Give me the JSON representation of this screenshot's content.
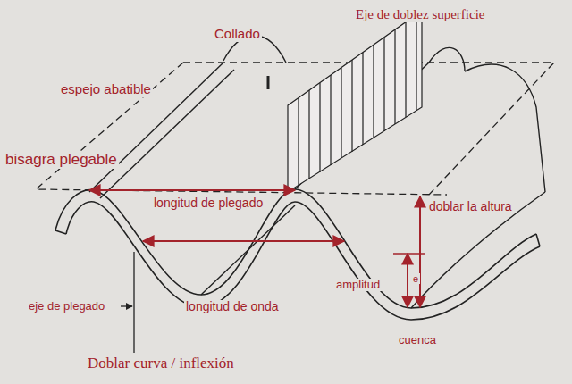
{
  "diagram": {
    "labels": [
      "Collado",
      "Eje de doblez superficie",
      "espejo abatible",
      "bisagra plegable",
      "longitud de plegado",
      "doblar la altura",
      "amplitud",
      "e",
      "eje de plegado",
      "longitud de onda",
      "cuenca",
      "Doblar curva / inflexión"
    ]
  }
}
